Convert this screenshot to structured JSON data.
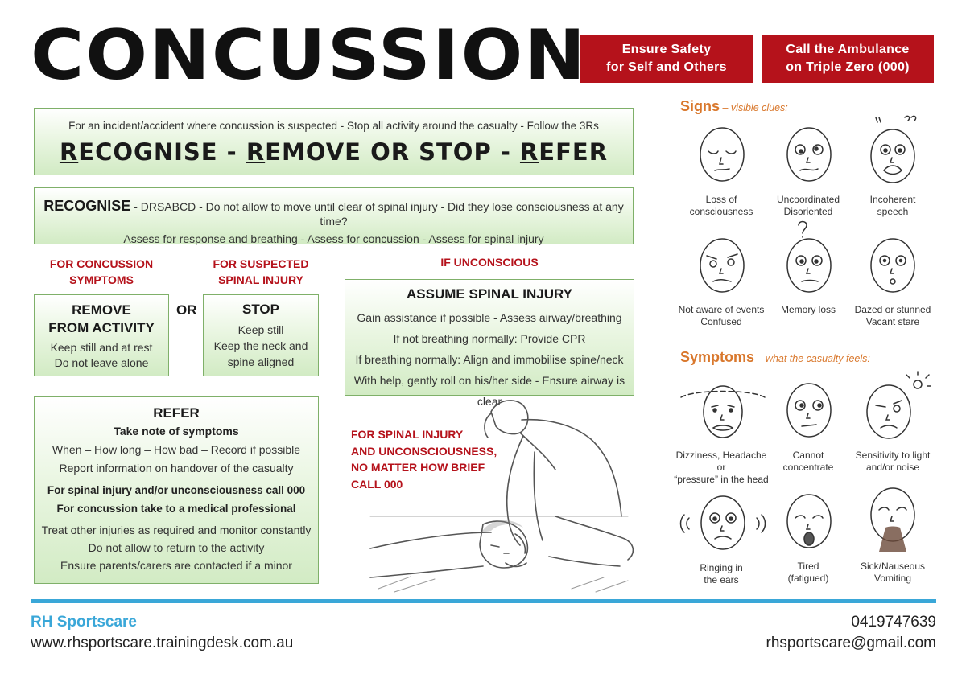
{
  "title": "CONCUSSION",
  "alerts": {
    "safety": [
      "Ensure Safety",
      "for Self and Others"
    ],
    "ambulance": [
      "Call the Ambulance",
      "on Triple Zero (000)"
    ]
  },
  "intro": {
    "line": "For an incident/accident where concussion is suspected - Stop all activity around the casualty - Follow the 3Rs",
    "r1_initial": "R",
    "r1_rest": "ECOGNISE - ",
    "r2_initial": "R",
    "r2_rest": "EMOVE OR STOP - ",
    "r3_initial": "R",
    "r3_rest": "EFER"
  },
  "recognise": {
    "heading": "RECOGNISE",
    "line1": " - DRSABCD - Do not allow to move until clear of spinal injury - Did they lose consciousness at any time?",
    "line2": "Assess for response and breathing - Assess for concussion - Assess for spinal injury"
  },
  "concussion": {
    "label": [
      "FOR CONCUSSION",
      "SYMPTOMS"
    ],
    "title": [
      "REMOVE",
      "FROM ACTIVITY"
    ],
    "lines": [
      "Keep still and at rest",
      "Do not leave alone"
    ]
  },
  "or_label": "OR",
  "spinal": {
    "label": [
      "FOR SUSPECTED",
      "SPINAL INJURY"
    ],
    "title": "STOP",
    "lines": [
      "Keep still",
      "Keep the neck and",
      "spine aligned"
    ]
  },
  "unconscious": {
    "label": "IF UNCONSCIOUS",
    "title": "ASSUME SPINAL INJURY",
    "lines": [
      "Gain assistance if possible - Assess airway/breathing",
      "If not breathing normally: Provide CPR",
      "If breathing normally: Align and immobilise spine/neck",
      "With help, gently roll on his/her side - Ensure airway is clear"
    ]
  },
  "refer": {
    "title": "REFER",
    "subtitle": "Take note of symptoms",
    "lines1": [
      "When  –  How long  –  How bad – Record if possible",
      "Report information on handover of the casualty"
    ],
    "bold": [
      "For spinal injury and/or unconsciousness call 000",
      "For concussion take to a medical professional"
    ],
    "lines2": [
      "Treat other injuries as required and monitor constantly",
      "Do not allow to return to the activity",
      "Ensure parents/carers are contacted if a minor"
    ]
  },
  "spinal_warning": [
    "FOR SPINAL INJURY",
    "AND UNCONSCIOUSNESS,",
    "NO MATTER HOW BRIEF",
    "CALL 000"
  ],
  "signs": {
    "heading": "Signs",
    "sub": " – visible clues:",
    "items": [
      [
        "Loss of",
        "consciousness"
      ],
      [
        "Uncoordinated",
        "Disoriented"
      ],
      [
        "Incoherent",
        "speech"
      ],
      [
        "Not aware of events",
        "Confused"
      ],
      [
        "Memory loss",
        ""
      ],
      [
        "Dazed or stunned",
        "Vacant stare"
      ]
    ]
  },
  "symptoms": {
    "heading": "Symptoms",
    "sub": " – what the casualty feels:",
    "items": [
      [
        "Dizziness, Headache or",
        "“pressure” in the head"
      ],
      [
        "Cannot",
        "concentrate"
      ],
      [
        "Sensitivity to light",
        "and/or noise"
      ],
      [
        "Ringing in",
        "the ears"
      ],
      [
        "Tired",
        "(fatigued)"
      ],
      [
        "Sick/Nauseous",
        "Vomiting"
      ]
    ]
  },
  "footer": {
    "brand": "RH Sportscare",
    "website": "www.rhsportscare.trainingdesk.com.au",
    "phone": "0419747639",
    "email": "rhsportscare@gmail.com"
  },
  "colors": {
    "red": "#b5121b",
    "green_border": "#7fb069",
    "blue": "#3aa7d8",
    "orange": "#d9782d"
  }
}
